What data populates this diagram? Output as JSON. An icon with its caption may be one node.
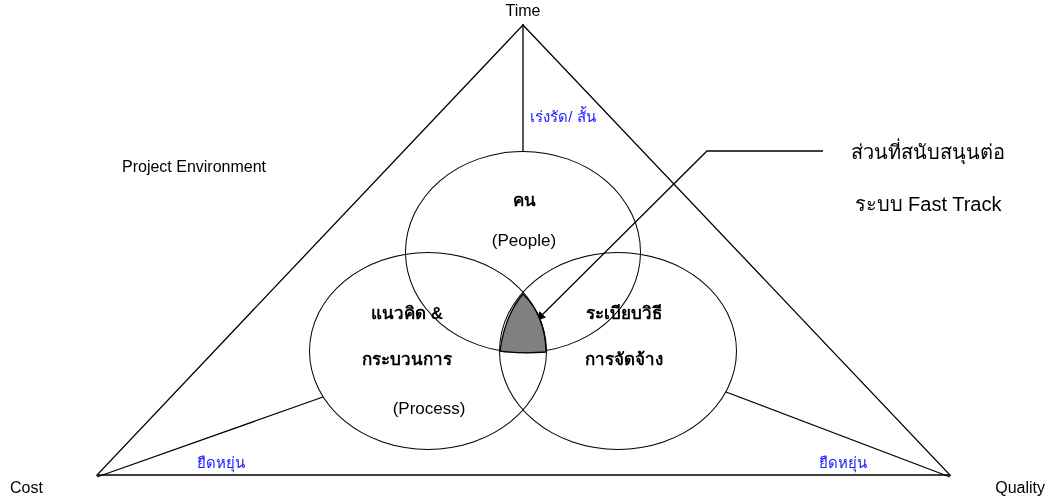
{
  "diagram": {
    "nodes": [
      {
        "text": [
          "Time"
        ]
      },
      {
        "text": [
          "ส่วนที่สนับสนุนต่อระบบ Fast Track"
        ]
      },
      {
        "text": [
          "คน",
          "(People)"
        ]
      },
      {
        "text": [
          "แนวคิด & กระบวนการ",
          "(Process)"
        ]
      },
      {
        "text": [
          "ระเบียบวิธีการจัดจ้าง"
        ]
      },
      {
        "text": [],
        "shape": "region"
      },
      {
        "text": [
          "Cost"
        ]
      },
      {
        "text": [
          "Quality"
        ]
      }
    ],
    "edges": [
      {
        "from": 0,
        "to": 2,
        "arrow": "none",
        "label": "เร่งรัด/ สั้น"
      },
      {
        "from": 6,
        "to": 3,
        "arrow": "none",
        "label": "ยืดหยุ่น"
      },
      {
        "from": 7,
        "to": 4,
        "arrow": "none",
        "label": "ยืดหยุ่น"
      },
      {
        "from": 1,
        "to": 5,
        "arrow": "to"
      }
    ],
    "labels": [
      "Project Environment"
    ]
  }
}
